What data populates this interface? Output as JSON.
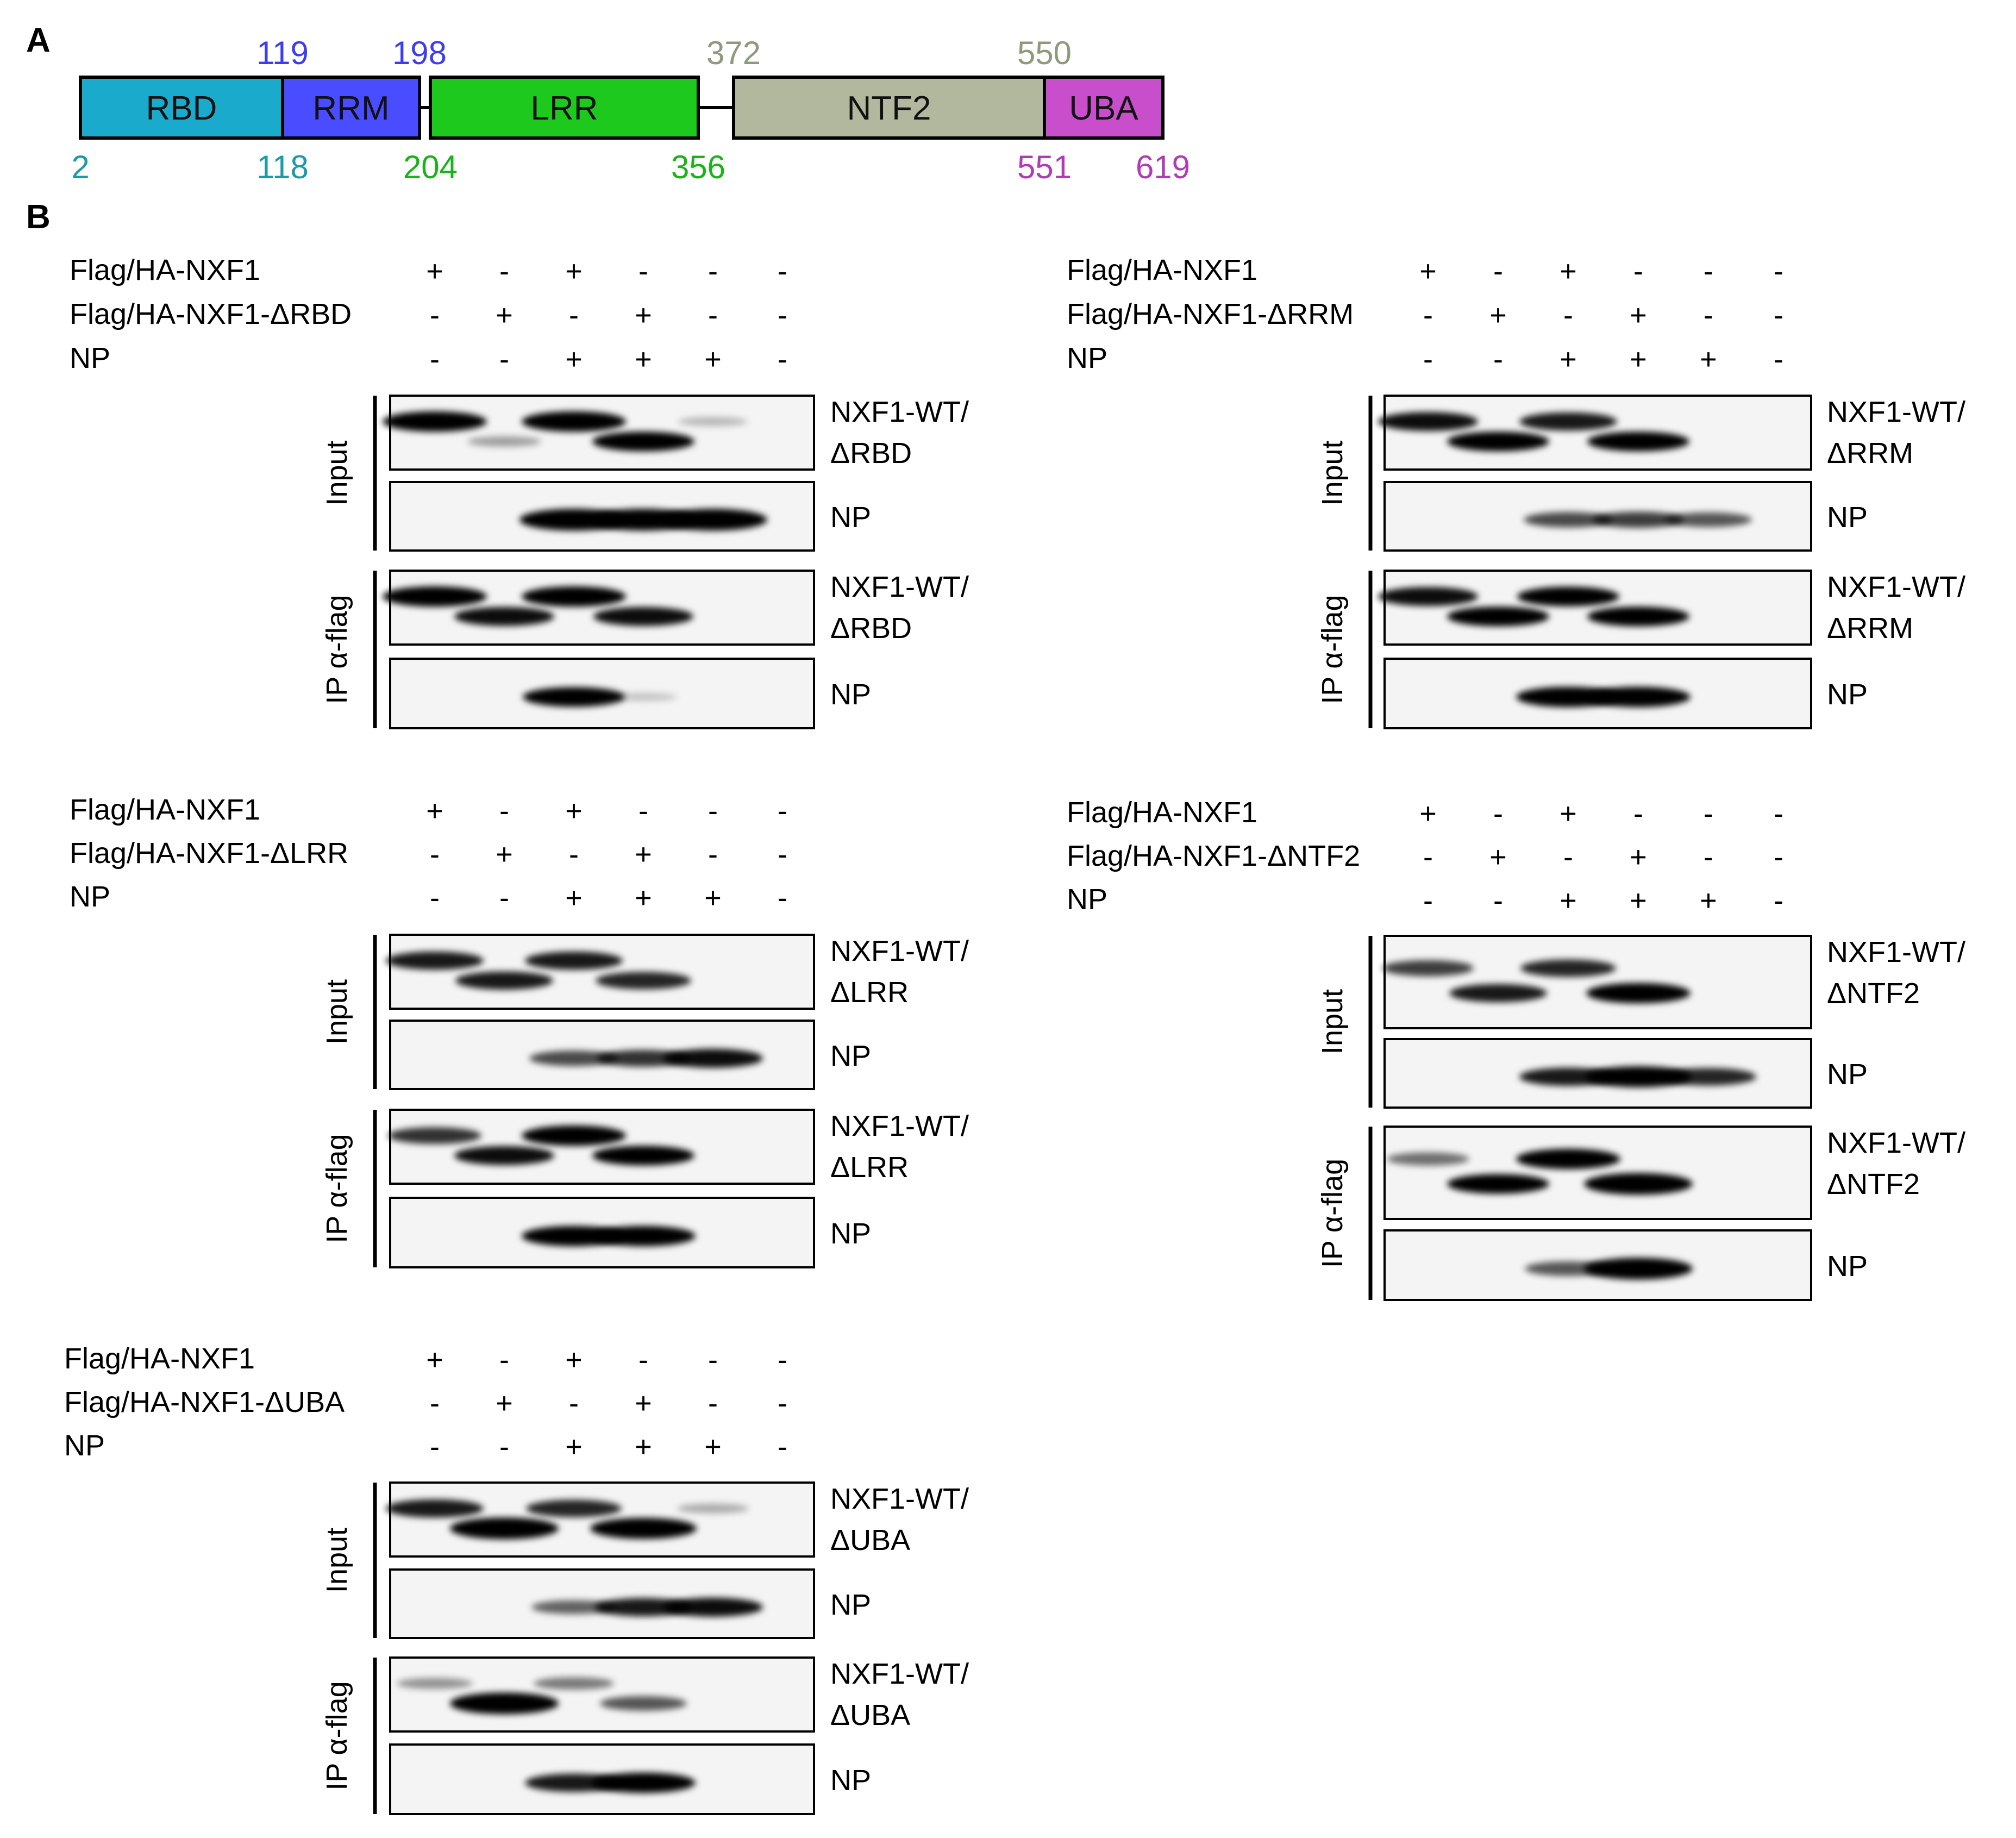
{
  "panel_a": {
    "label": "A",
    "domains": [
      {
        "name": "RBD",
        "start": 2,
        "end": 118,
        "color": "#19aacc"
      },
      {
        "name": "RRM",
        "start": 119,
        "end": 198,
        "color": "#4a4dff"
      },
      {
        "name": "LRR",
        "start": 204,
        "end": 356,
        "color": "#1ec91e"
      },
      {
        "name": "NTF2",
        "start": 372,
        "end": 550,
        "color": "#b1b89d"
      },
      {
        "name": "UBA",
        "start": 551,
        "end": 619,
        "color": "#c84ecb"
      }
    ],
    "positions_top": [
      {
        "text": "119",
        "at": 119,
        "color": "#3d3df0"
      },
      {
        "text": "198",
        "at": 198,
        "color": "#3d3df0"
      },
      {
        "text": "372",
        "at": 372,
        "color": "#8e9a7b"
      },
      {
        "text": "550",
        "at": 550,
        "color": "#8e9a7b"
      }
    ],
    "positions_bottom": [
      {
        "text": "2",
        "at": 2,
        "color": "#1a9aab"
      },
      {
        "text": "118",
        "at": 118,
        "color": "#1a9aab"
      },
      {
        "text": "204",
        "at": 204,
        "color": "#18b418"
      },
      {
        "text": "356",
        "at": 356,
        "color": "#18b418"
      },
      {
        "text": "551",
        "at": 551,
        "color": "#b33ab6"
      },
      {
        "text": "619",
        "at": 619,
        "color": "#b33ab6"
      }
    ]
  },
  "panel_b": {
    "label": "B",
    "group_labels": {
      "input": "Input",
      "ip": "IP α-flag"
    },
    "blots": [
      {
        "rows": [
          {
            "label": "Flag/HA-NXF1",
            "signs": [
              "+",
              "-",
              "+",
              "-",
              "-",
              "-"
            ]
          },
          {
            "label": "Flag/HA-NXF1-ΔRBD",
            "signs": [
              "-",
              "+",
              "-",
              "+",
              "-",
              "-"
            ]
          },
          {
            "label": "NP",
            "signs": [
              "-",
              "-",
              "+",
              "+",
              "+",
              "-"
            ]
          }
        ],
        "strips": [
          {
            "label": [
              "NXF1-WT/",
              "ΔRBD"
            ],
            "group": "input",
            "bands": [
              0.9,
              0.2,
              0.9,
              0.85,
              0.1,
              0
            ]
          },
          {
            "label": [
              "NP"
            ],
            "group": "input",
            "bands": [
              0,
              0,
              1,
              1,
              1,
              0
            ]
          },
          {
            "label": [
              "NXF1-WT/",
              "ΔRBD"
            ],
            "group": "ip",
            "bands": [
              0.9,
              0.8,
              0.9,
              0.8,
              0,
              0
            ]
          },
          {
            "label": [
              "NP"
            ],
            "group": "ip",
            "bands": [
              0,
              0,
              0.85,
              0.05,
              0,
              0
            ]
          }
        ]
      },
      {
        "rows": [
          {
            "label": "Flag/HA-NXF1",
            "signs": [
              "+",
              "-",
              "+",
              "-",
              "-",
              "-"
            ]
          },
          {
            "label": "Flag/HA-NXF1-ΔRRM",
            "signs": [
              "-",
              "+",
              "-",
              "+",
              "-",
              "-"
            ]
          },
          {
            "label": "NP",
            "signs": [
              "-",
              "-",
              "+",
              "+",
              "+",
              "-"
            ]
          }
        ],
        "strips": [
          {
            "label": [
              "NXF1-WT/",
              "ΔRRM"
            ],
            "group": "input",
            "bands": [
              0.8,
              0.85,
              0.75,
              0.85,
              0,
              0
            ]
          },
          {
            "label": [
              "NP"
            ],
            "group": "input",
            "bands": [
              0,
              0,
              0.55,
              0.6,
              0.5,
              0
            ]
          },
          {
            "label": [
              "NXF1-WT/",
              "ΔRRM"
            ],
            "group": "ip",
            "bands": [
              0.8,
              0.85,
              0.85,
              0.85,
              0,
              0
            ]
          },
          {
            "label": [
              "NP"
            ],
            "group": "ip",
            "bands": [
              0,
              0,
              0.9,
              0.9,
              0,
              0
            ]
          }
        ]
      },
      {
        "rows": [
          {
            "label": "Flag/HA-NXF1",
            "signs": [
              "+",
              "-",
              "+",
              "-",
              "-",
              "-"
            ]
          },
          {
            "label": "Flag/HA-NXF1-ΔLRR",
            "signs": [
              "-",
              "+",
              "-",
              "+",
              "-",
              "-"
            ]
          },
          {
            "label": "NP",
            "signs": [
              "-",
              "-",
              "+",
              "+",
              "+",
              "-"
            ]
          }
        ],
        "strips": [
          {
            "label": [
              "NXF1-WT/",
              "ΔLRR"
            ],
            "group": "input",
            "bands": [
              0.75,
              0.75,
              0.75,
              0.7,
              0,
              0
            ]
          },
          {
            "label": [
              "NP"
            ],
            "group": "input",
            "bands": [
              0,
              0,
              0.55,
              0.65,
              0.8,
              0
            ]
          },
          {
            "label": [
              "NXF1-WT/",
              "ΔLRR"
            ],
            "group": "ip",
            "bands": [
              0.65,
              0.8,
              0.9,
              0.85,
              0,
              0
            ]
          },
          {
            "label": [
              "NP"
            ],
            "group": "ip",
            "bands": [
              0,
              0,
              0.9,
              0.9,
              0,
              0
            ]
          }
        ]
      },
      {
        "rows": [
          {
            "label": "Flag/HA-NXF1",
            "signs": [
              "+",
              "-",
              "+",
              "-",
              "-",
              "-"
            ]
          },
          {
            "label": "Flag/HA-NXF1-ΔNTF2",
            "signs": [
              "-",
              "+",
              "-",
              "+",
              "-",
              "-"
            ]
          },
          {
            "label": "NP",
            "signs": [
              "-",
              "-",
              "+",
              "+",
              "+",
              "-"
            ]
          }
        ],
        "strips": [
          {
            "label": [
              "NXF1-WT/",
              "ΔNTF2"
            ],
            "group": "input",
            "bands": [
              0.6,
              0.75,
              0.7,
              0.9,
              0,
              0
            ]
          },
          {
            "label": [
              "NP"
            ],
            "group": "input",
            "bands": [
              0,
              0,
              0.75,
              0.95,
              0.7,
              0
            ]
          },
          {
            "label": [
              "NXF1-WT/",
              "ΔNTF2"
            ],
            "group": "ip",
            "bands": [
              0.4,
              0.85,
              0.9,
              1,
              0,
              0
            ]
          },
          {
            "label": [
              "NP"
            ],
            "group": "ip",
            "bands": [
              0,
              0,
              0.5,
              1,
              0,
              0
            ]
          }
        ]
      },
      {
        "rows": [
          {
            "label": "Flag/HA-NXF1",
            "signs": [
              "+",
              "-",
              "+",
              "-",
              "-",
              "-"
            ]
          },
          {
            "label": "Flag/HA-NXF1-ΔUBA",
            "signs": [
              "-",
              "+",
              "-",
              "+",
              "-",
              "-"
            ]
          },
          {
            "label": "NP",
            "signs": [
              "-",
              "-",
              "+",
              "+",
              "+",
              "-"
            ]
          }
        ],
        "strips": [
          {
            "label": [
              "NXF1-WT/",
              "ΔUBA"
            ],
            "group": "input",
            "bands": [
              0.75,
              1,
              0.7,
              0.95,
              0.15,
              0
            ]
          },
          {
            "label": [
              "NP"
            ],
            "group": "input",
            "bands": [
              0,
              0,
              0.45,
              0.75,
              0.8,
              0
            ]
          },
          {
            "label": [
              "NXF1-WT/",
              "ΔUBA"
            ],
            "group": "ip",
            "bands": [
              0.25,
              1,
              0.35,
              0.5,
              0,
              0
            ]
          },
          {
            "label": [
              "NP"
            ],
            "group": "ip",
            "bands": [
              0,
              0,
              0.75,
              0.9,
              0,
              0
            ]
          }
        ]
      }
    ]
  }
}
